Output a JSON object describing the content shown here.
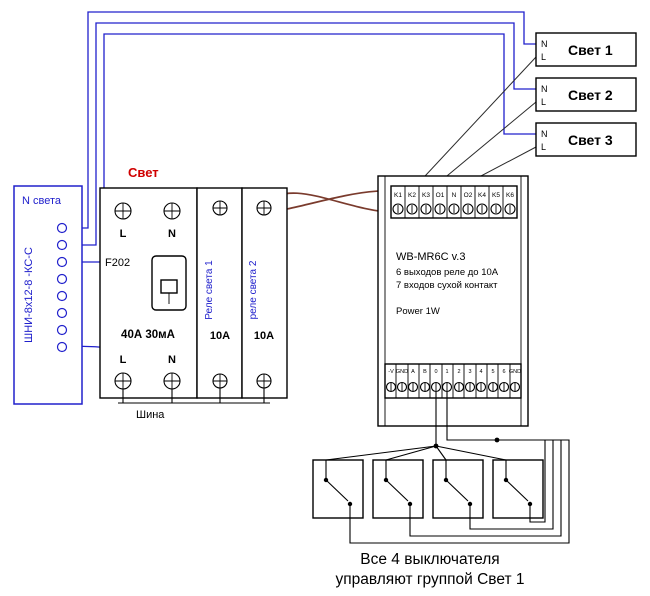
{
  "lights": [
    {
      "n": "N",
      "l": "L",
      "label": "Свет 1"
    },
    {
      "n": "N",
      "l": "L",
      "label": "Свет 2"
    },
    {
      "n": "N",
      "l": "L",
      "label": "Свет 3"
    }
  ],
  "neutral_bus": {
    "title": "N света",
    "vertical_label": "ШНИ-8х12-8 -КС-С"
  },
  "panel": {
    "group_label": "Свет",
    "rcd": {
      "model": "F202",
      "rating": "40А 30мА",
      "terminals_top": [
        "L",
        "N"
      ],
      "terminals_bottom": [
        "L",
        "N"
      ]
    },
    "breakers": [
      {
        "label": "Реле света 1",
        "rating": "10А"
      },
      {
        "label": "реле света 2",
        "rating": "10А"
      }
    ],
    "bus_label": "Шина"
  },
  "relay": {
    "model": "WB-MR6C v.3",
    "desc1": "6 выходов реле до 10А",
    "desc2": "7 входов сухой контакт",
    "power": "Power 1W",
    "top_terminals": [
      "K1",
      "K2",
      "K3",
      "O1",
      "N",
      "O2",
      "K4",
      "K5",
      "K6"
    ],
    "bottom_terminals": [
      "-V",
      "GND",
      "A",
      "B",
      "0",
      "1",
      "2",
      "3",
      "4",
      "5",
      "6",
      "GND"
    ]
  },
  "caption": {
    "line1": "Все 4 выключателя",
    "line2": "управляют группой Свет 1"
  },
  "colors": {
    "wire_neutral": "#2020cc",
    "wire_power": "#7a3b2d",
    "wire_light": "#2b2b2b",
    "label_red": "#d00000",
    "box_blue": "#2020cc"
  }
}
